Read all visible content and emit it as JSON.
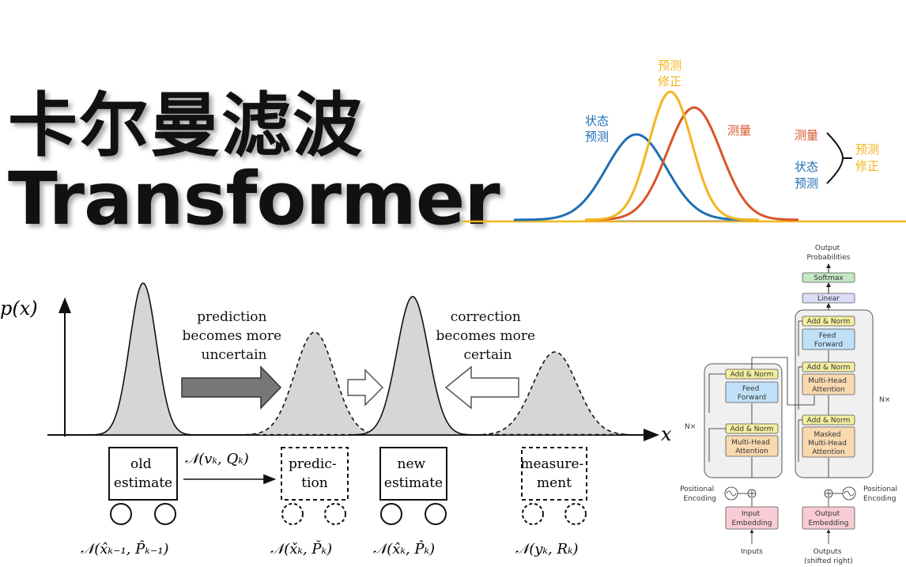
{
  "titles": {
    "chinese": "卡尔曼滤波",
    "english": "Transformer"
  },
  "fusion_chart": {
    "curve_labels": {
      "state_prediction": "状态\n预测",
      "corrected": "预测\n修正",
      "measurement": "测量"
    },
    "fusion_legend": {
      "measurement": "测量",
      "state_prediction": "状态\n预测",
      "result": "预测\n修正"
    },
    "colors": {
      "state_prediction": "#1f6fb4",
      "corrected": "#f2b61f",
      "measurement": "#d9542a"
    }
  },
  "kalman_diagram": {
    "y_axis_label": "p(x)",
    "x_axis_label": "x",
    "annotations": {
      "prediction": "prediction\nbecomes more\nuncertain",
      "correction": "correction\nbecomes more\ncertain"
    },
    "carts": [
      {
        "label": "old\nestimate",
        "formula": "𝒩(x̂ₖ₋₁, P̂ₖ₋₁)",
        "dashed": false
      },
      {
        "label": "predic-\ntion",
        "formula": "𝒩(x̌ₖ, P̌ₖ)",
        "dashed": true
      },
      {
        "label": "new\nestimate",
        "formula": "𝒩(x̂ₖ, P̂ₖ)",
        "dashed": false
      },
      {
        "label": "measure-\nment",
        "formula": "𝒩(yₖ, Rₖ)",
        "dashed": true
      }
    ],
    "transition_formula": "𝒩(vₖ, Qₖ)"
  },
  "transformer": {
    "output_label": "Output\nProbabilities",
    "softmax": "Softmax",
    "linear": "Linear",
    "add_norm": "Add & Norm",
    "feed_forward": "Feed\nForward",
    "multi_head_attention": "Multi-Head\nAttention",
    "masked_attention": "Masked\nMulti-Head\nAttention",
    "n_times": "N×",
    "positional_encoding": "Positional\nEncoding",
    "input_embedding": "Input\nEmbedding",
    "output_embedding": "Output\nEmbedding",
    "inputs": "Inputs",
    "outputs": "Outputs\n(shifted right)"
  }
}
